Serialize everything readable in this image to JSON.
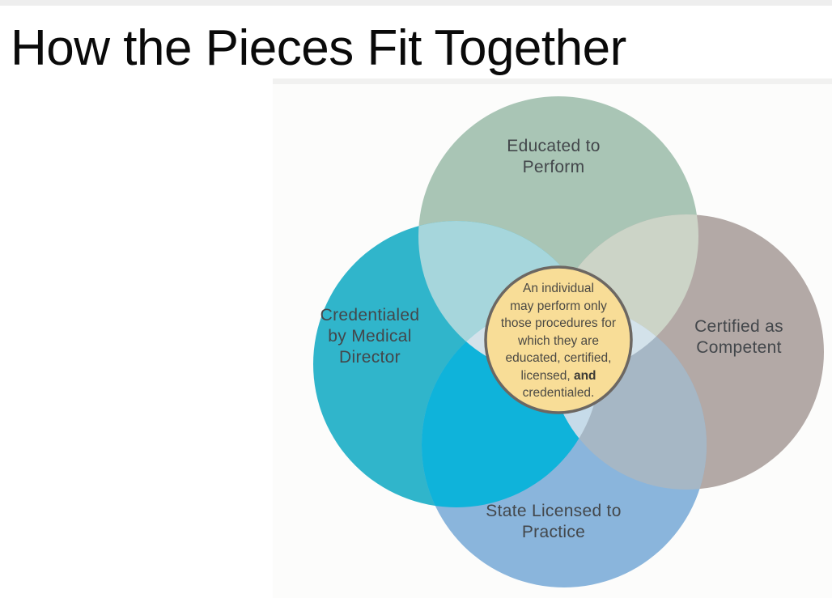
{
  "title": "How the Pieces Fit Together",
  "venn": {
    "top": {
      "label_lines": [
        "Educated to",
        "Perform"
      ],
      "color": "#a9c5b5"
    },
    "left": {
      "label_lines": [
        "Credentialed",
        "by Medical",
        "Director"
      ],
      "color": "#30b5cb"
    },
    "right": {
      "label_lines": [
        "Certified as",
        "Competent"
      ],
      "color": "#b3a9a6"
    },
    "bottom": {
      "label_lines": [
        "State Licensed to",
        "Practice"
      ],
      "color": "#8ab5dc"
    },
    "overlaps": {
      "top_left": "#a6d6dc",
      "top_right": "#ccd4c7",
      "bottom_left": "#0fb3da",
      "bottom_right": "#a6b7c5",
      "top_bottom": "#d3e2ea",
      "left_right": "#dfe9eb",
      "top_left_right": "#e9f0ef",
      "bottom_left_right": "#c6dbe9"
    },
    "center": {
      "fill": "#f8dd97",
      "border": "#6c6762",
      "lines": [
        "An individual",
        "may perform only",
        "those procedures for",
        "which they are",
        "educated, certified,"
      ],
      "line_licensed_pre": "licensed, ",
      "line_licensed_bold": "and",
      "last_line": "credentialed."
    }
  }
}
